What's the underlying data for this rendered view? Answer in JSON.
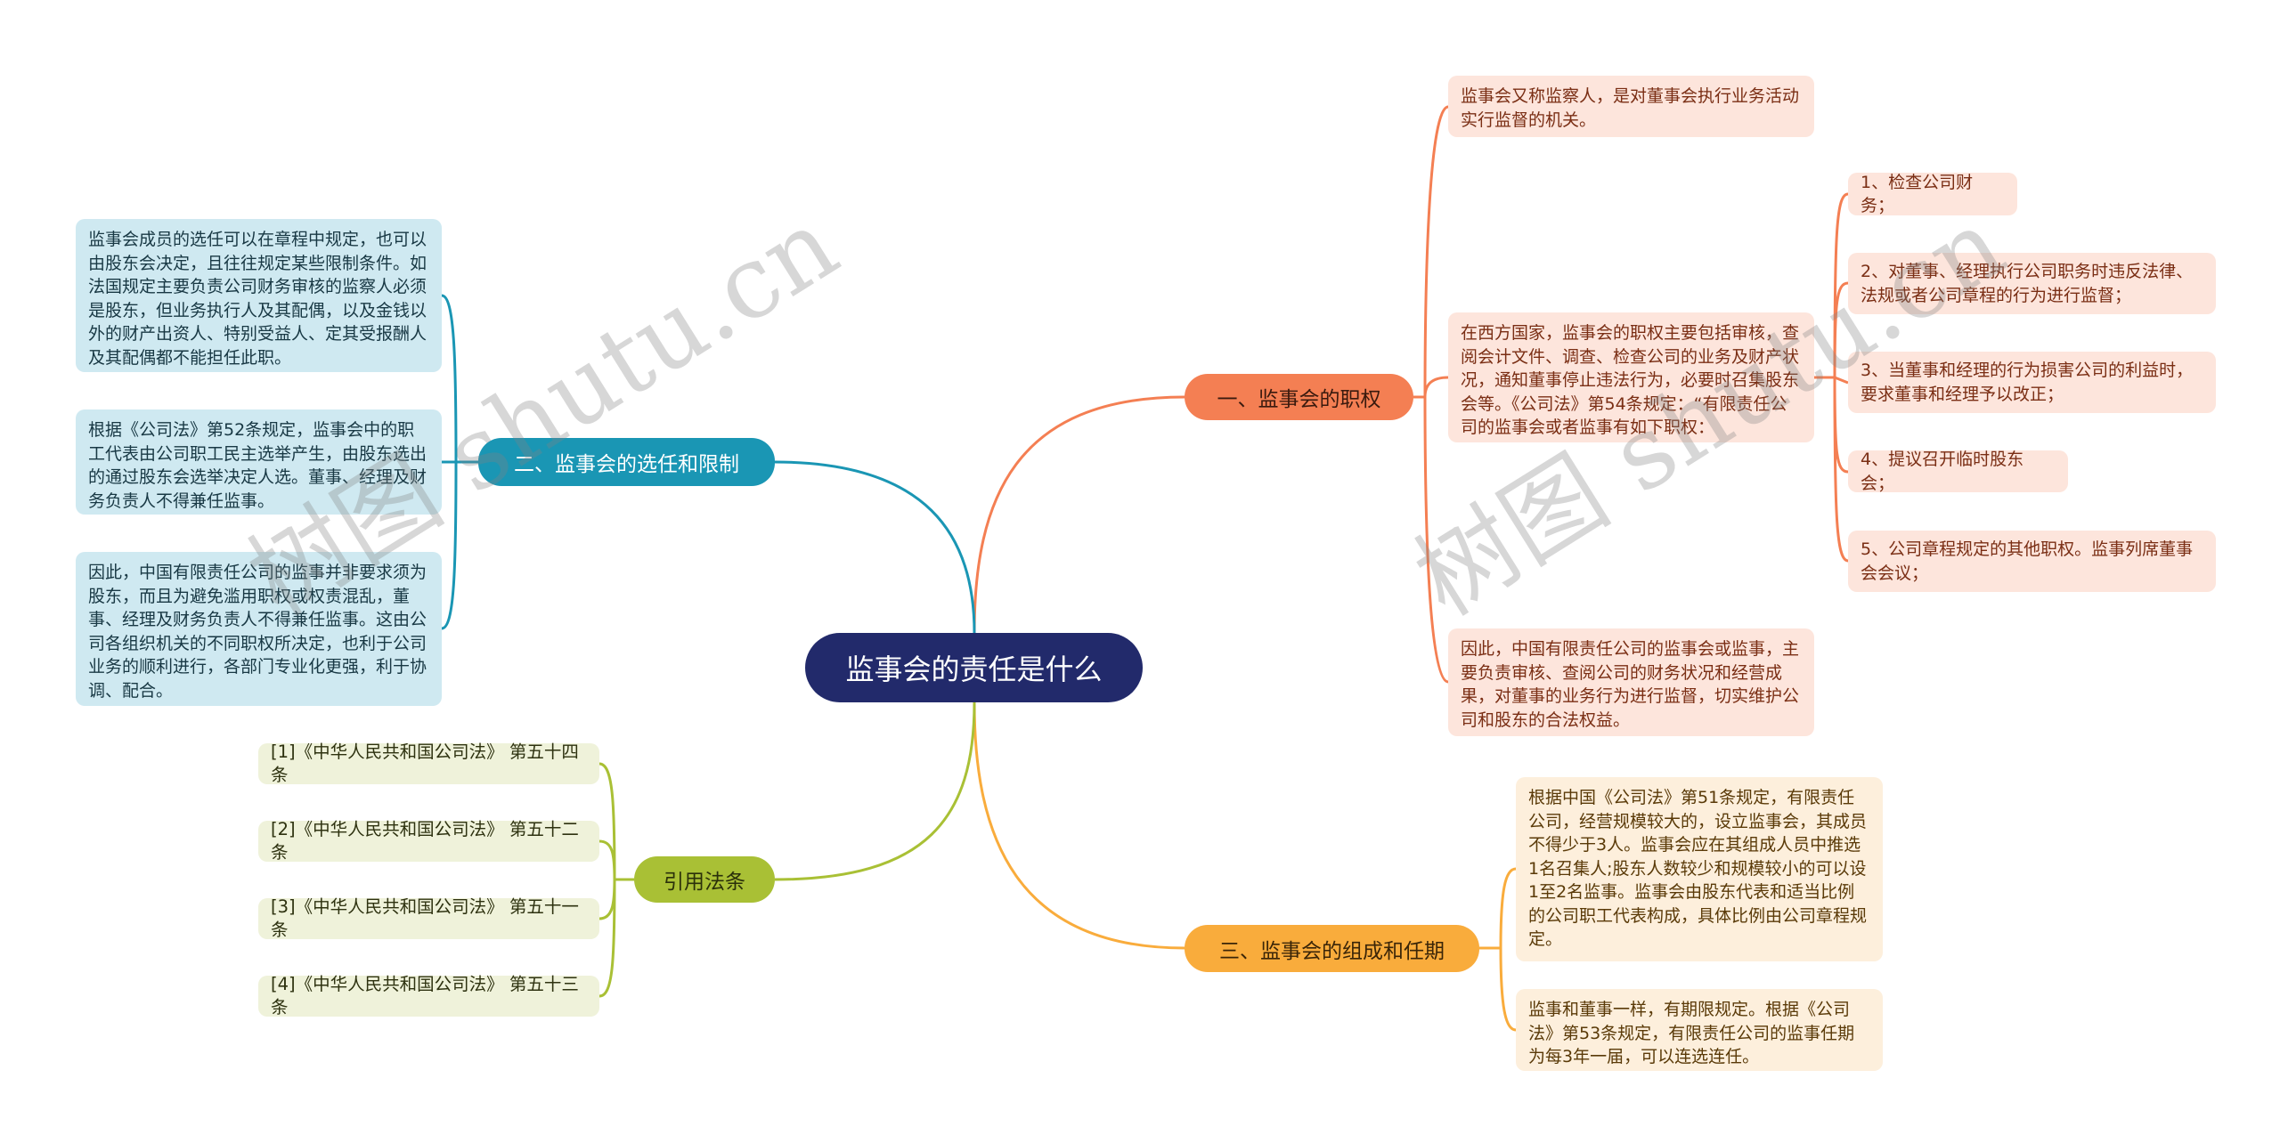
{
  "mindmap": {
    "root": {
      "label": "监事会的责任是什么",
      "color": "#222a6b"
    },
    "branches": {
      "duties": {
        "label": "一、监事会的职权",
        "color": "#f47f53",
        "notes": [
          "监事会又称监察人，是对董事会执行业务活动实行监督的机关。",
          "在西方国家，监事会的职权主要包括审核，查阅会计文件、调查、检查公司的业务及财产状况，通知董事停止违法行为，必要时召集股东会等。《公司法》第54条规定：“有限责任公司的监事会或者监事有如下职权：",
          "因此，中国有限责任公司的监事会或监事，主要负责审核、查阅公司的财务状况和经营成果，对董事的业务行为进行监督，切实维护公司和股东的合法权益。"
        ],
        "powers": [
          "1、检查公司财务；",
          "2、对董事、经理执行公司职务时违反法律、法规或者公司章程的行为进行监督；",
          "3、当董事和经理的行为损害公司的利益时，要求董事和经理予以改正；",
          "4、提议召开临时股东会；",
          "5、公司章程规定的其他职权。监事列席董事会会议；"
        ]
      },
      "selection": {
        "label": "二、监事会的选任和限制",
        "color": "#1a96b4",
        "notes": [
          "监事会成员的选任可以在章程中规定，也可以由股东会决定，且往往规定某些限制条件。如法国规定主要负责公司财务审核的监察人必须是股东，但业务执行人及其配偶，以及金钱以外的财产出资人、特别受益人、定其受报酬人及其配偶都不能担任此职。",
          "根据《公司法》第52条规定，监事会中的职工代表由公司职工民主选举产生，由股东选出的通过股东会选举决定人选。董事、经理及财务负责人不得兼任监事。",
          "因此，中国有限责任公司的监事并非要求须为股东，而且为避免滥用职权或权责混乱，董事、经理及财务负责人不得兼任监事。这由公司各组织机关的不同职权所决定，也利于公司业务的顺利进行，各部门专业化更强，利于协调、配合。"
        ]
      },
      "composition": {
        "label": "三、监事会的组成和任期",
        "color": "#f9ac3c",
        "notes": [
          "根据中国《公司法》第51条规定，有限责任公司，经营规模较大的，设立监事会，其成员不得少于3人。监事会应在其组成人员中推选1名召集人;股东人数较少和规模较小的可以设1至2名监事。监事会由股东代表和适当比例的公司职工代表构成，具体比例由公司章程规定。",
          "监事和董事一样，有期限规定。根据《公司法》第53条规定，有限责任公司的监事任期为每3年一届，可以连选连任。"
        ]
      },
      "citations": {
        "label": "引用法条",
        "color": "#a9c035",
        "items": [
          "[1]《中华人民共和国公司法》 第五十四条",
          "[2]《中华人民共和国公司法》 第五十二条",
          "[3]《中华人民共和国公司法》 第五十一条",
          "[4]《中华人民共和国公司法》 第五十三条"
        ]
      }
    }
  },
  "watermarks": [
    "树图 shutu.cn",
    "树图 shutu.cn"
  ]
}
